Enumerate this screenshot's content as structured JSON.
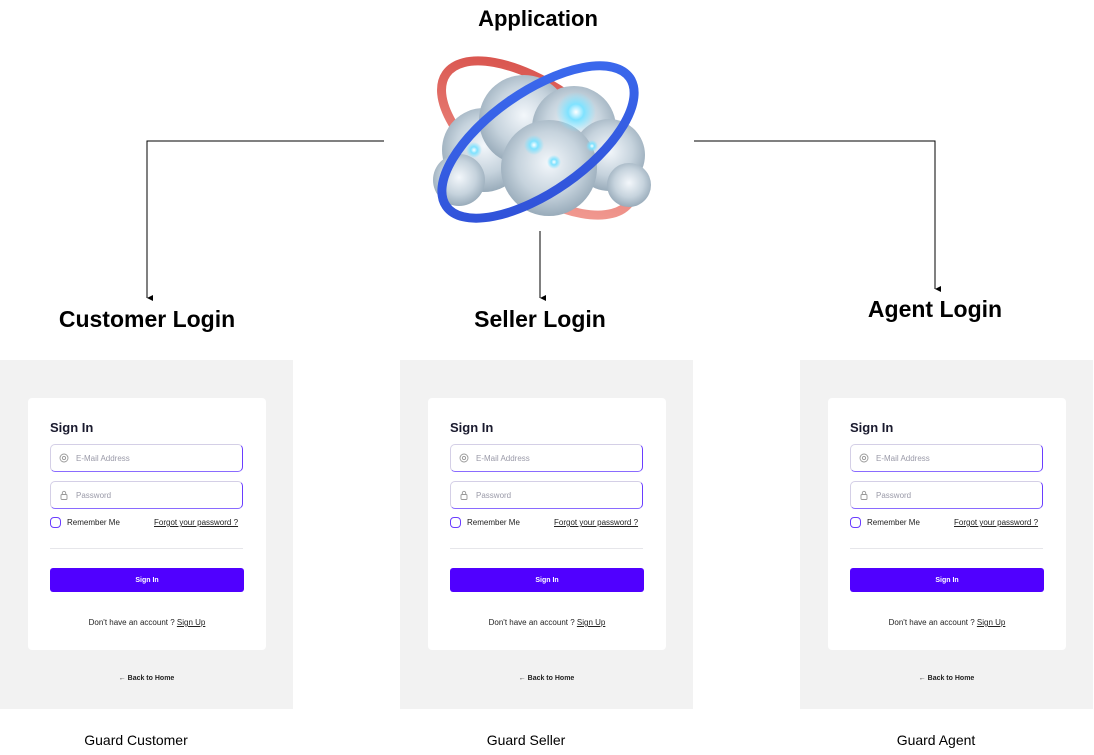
{
  "application": {
    "title": "Application"
  },
  "columns": [
    {
      "role_title": "Customer Login",
      "caption": "Guard Customer",
      "form": {
        "title": "Sign In",
        "email_placeholder": "E-Mail Address",
        "password_placeholder": "Password",
        "remember_label": "Remember Me",
        "forgot_label": "Forgot your password ?",
        "signin_label": "Sign In",
        "signup_prompt": "Don't have an account ?",
        "signup_label": "Sign Up",
        "back_home_label": "← Back to Home"
      }
    },
    {
      "role_title": "Seller Login",
      "caption": "Guard Seller",
      "form": {
        "title": "Sign In",
        "email_placeholder": "E-Mail Address",
        "password_placeholder": "Password",
        "remember_label": "Remember Me",
        "forgot_label": "Forgot your password ?",
        "signin_label": "Sign In",
        "signup_prompt": "Don't have an account ?",
        "signup_label": "Sign Up",
        "back_home_label": "← Back to Home"
      }
    },
    {
      "role_title": "Agent Login",
      "caption": "Guard Agent",
      "form": {
        "title": "Sign In",
        "email_placeholder": "E-Mail Address",
        "password_placeholder": "Password",
        "remember_label": "Remember Me",
        "forgot_label": "Forgot your password ?",
        "signin_label": "Sign In",
        "signup_prompt": "Don't have an account ?",
        "signup_label": "Sign Up",
        "back_home_label": "← Back to Home"
      }
    }
  ],
  "colors": {
    "accent": "#5000ff",
    "panel_bg": "#f2f2f2",
    "card_bg": "#ffffff",
    "logo_ring_red": "#e8736a",
    "logo_ring_blue": "#4a6cf0"
  },
  "icons": {
    "logo": "cloud-orbit-logo",
    "email": "at-sign-icon",
    "password": "lock-icon",
    "arrow": "arrow-down-icon"
  }
}
